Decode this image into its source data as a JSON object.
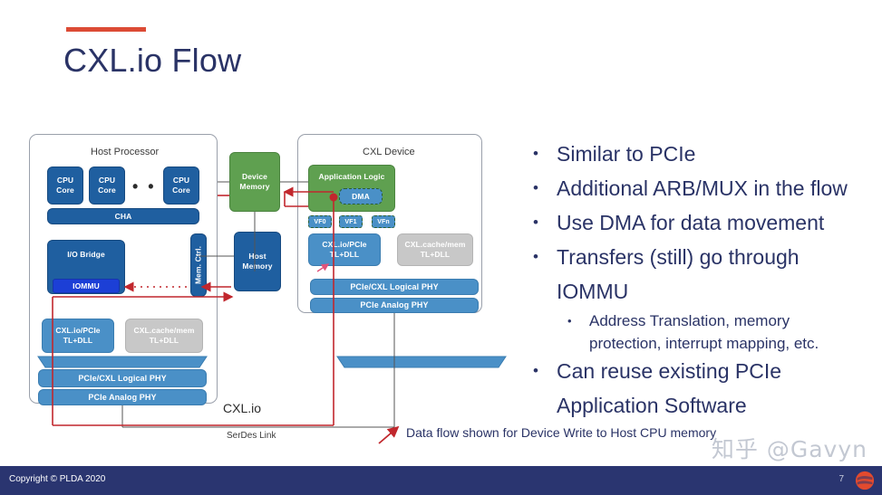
{
  "slide": {
    "title": "CXL.io Flow",
    "accent_color": "#dc4b35",
    "title_color": "#2a3366"
  },
  "footer": {
    "copyright": "Copyright © PLDA 2020",
    "page_number": "7",
    "bar_color": "#2a3570",
    "logo_icon": "plda-swirl-logo"
  },
  "watermark": {
    "text": "知乎 @Gavyn"
  },
  "bullets": [
    {
      "level": 1,
      "text": "Similar to PCIe"
    },
    {
      "level": 1,
      "text": "Additional ARB/MUX in the flow"
    },
    {
      "level": 1,
      "text": "Use DMA for data movement"
    },
    {
      "level": 1,
      "text": "Transfers (still) go through"
    },
    {
      "level": 1,
      "text": "IOMMU",
      "continuation": true
    },
    {
      "level": 2,
      "text": "Address Translation, memory"
    },
    {
      "level": 2,
      "text": "protection, interrupt mapping, etc.",
      "continuation": true
    },
    {
      "level": 1,
      "text": "Can reuse existing PCIe"
    },
    {
      "level": 1,
      "text": "Application Software",
      "continuation": true
    }
  ],
  "diagram": {
    "host": {
      "title": "Host Processor",
      "cores": [
        "CPU Core",
        "CPU Core",
        "CPU Core"
      ],
      "core_ellipsis": "• • •",
      "cha": "CHA",
      "io_bridge": "I/O Bridge",
      "iommu": "IOMMU",
      "mem_ctrl": "Mem. Ctrl.",
      "host_memory": "Host Memory",
      "tl_dll_io": "CXL.io/PCIe TL+DLL",
      "tl_dll_cache": "CXL.cache/mem TL+DLL",
      "logical_phy": "PCIe/CXL Logical PHY",
      "analog_phy": "PCIe Analog PHY"
    },
    "device": {
      "title": "CXL Device",
      "device_memory": "Device Memory",
      "application_logic": "Application Logic",
      "dma": "DMA",
      "vfs": [
        "VF0",
        "VF1",
        "VFn"
      ],
      "tl_dll_io": "CXL.io/PCIe TL+DLL",
      "tl_dll_cache": "CXL.cache/mem TL+DLL",
      "logical_phy": "PCIe/CXL Logical PHY",
      "analog_phy": "PCIe Analog PHY"
    },
    "link_label": "CXL.io",
    "serdes_label": "SerDes Link",
    "data_flow_caption": "Data flow shown for Device Write to Host CPU memory",
    "colors": {
      "dark_blue": "#1f5fa0",
      "light_blue": "#4a90c7",
      "green": "#5fa050",
      "gray": "#c8c8c8",
      "iommu_blue": "#1c3fd6",
      "flow_red": "#c1272d"
    }
  }
}
